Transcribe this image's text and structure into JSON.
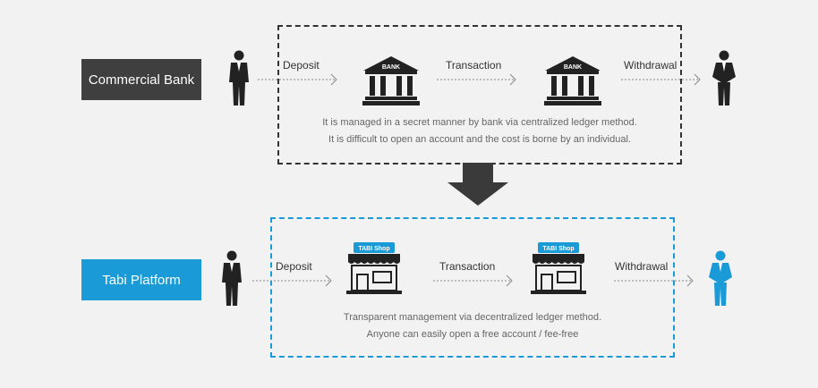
{
  "top": {
    "label": "Commercial Bank",
    "step_deposit": "Deposit",
    "step_transaction": "Transaction",
    "step_withdrawal": "Withdrawal",
    "building_label": "BANK",
    "desc_line1": "It is managed in a secret manner by bank via centralized ledger method.",
    "desc_line2": "It is difficult to open an account and the cost is borne by an individual."
  },
  "bottom": {
    "label": "Tabi Platform",
    "step_deposit": "Deposit",
    "step_transaction": "Transaction",
    "step_withdrawal": "Withdrawal",
    "shop_label": "TABI Shop",
    "desc_line1": "Transparent management via decentralized ledger method.",
    "desc_line2": "Anyone can easily open a free account / fee-free"
  },
  "colors": {
    "dark": "#3f3f3f",
    "accent": "#1a9ad6",
    "background": "#f2f2f2"
  }
}
